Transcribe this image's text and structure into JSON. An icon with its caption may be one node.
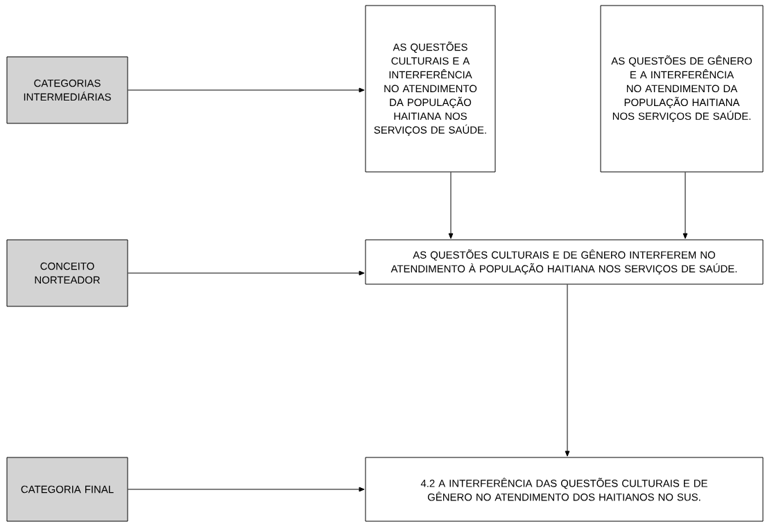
{
  "diagram": {
    "nodes": [
      {
        "text": [
          "CATEGORIAS INTERMEDIÁRIAS"
        ]
      },
      {
        "text": [
          "AS QUESTÕES CULTURAIS E A INTERFERÊNCIA NO ATENDIMENTO DA POPULAÇÃO HAITIANA NOS SERVIÇOS DE SAÚDE."
        ]
      },
      {
        "text": [
          "AS QUESTÕES DE GÊNERO E A INTERFERÊNCIA NO ATENDIMENTO DA POPULAÇÃO HAITIANA NOS SERVIÇOS DE SAÚDE."
        ]
      },
      {
        "text": [
          "CONCEITO NORTEADOR"
        ]
      },
      {
        "text": [
          "AS QUESTÕES CULTURAIS E DE GÊNERO INTERFEREM NO ATENDIMENTO À POPULAÇÃO HAITIANA NOS SERVIÇOS DE SAÚDE."
        ]
      },
      {
        "text": [
          "CATEGORIA FINAL"
        ]
      },
      {
        "text": [
          "4.2 A INTERFERÊNCIA DAS QUESTÕES CULTURAIS E DE GÊNERO NO ATENDIMENTO DOS HAITIANOS NO SUS."
        ]
      }
    ],
    "edges": [
      {
        "from": 0,
        "to": 1,
        "arrow": "to"
      },
      {
        "from": 1,
        "to": 4,
        "arrow": "to"
      },
      {
        "from": 2,
        "to": 4,
        "arrow": "to"
      },
      {
        "from": 3,
        "to": 4,
        "arrow": "to"
      },
      {
        "from": 4,
        "to": 6,
        "arrow": "to"
      },
      {
        "from": 5,
        "to": 6,
        "arrow": "to"
      }
    ]
  }
}
